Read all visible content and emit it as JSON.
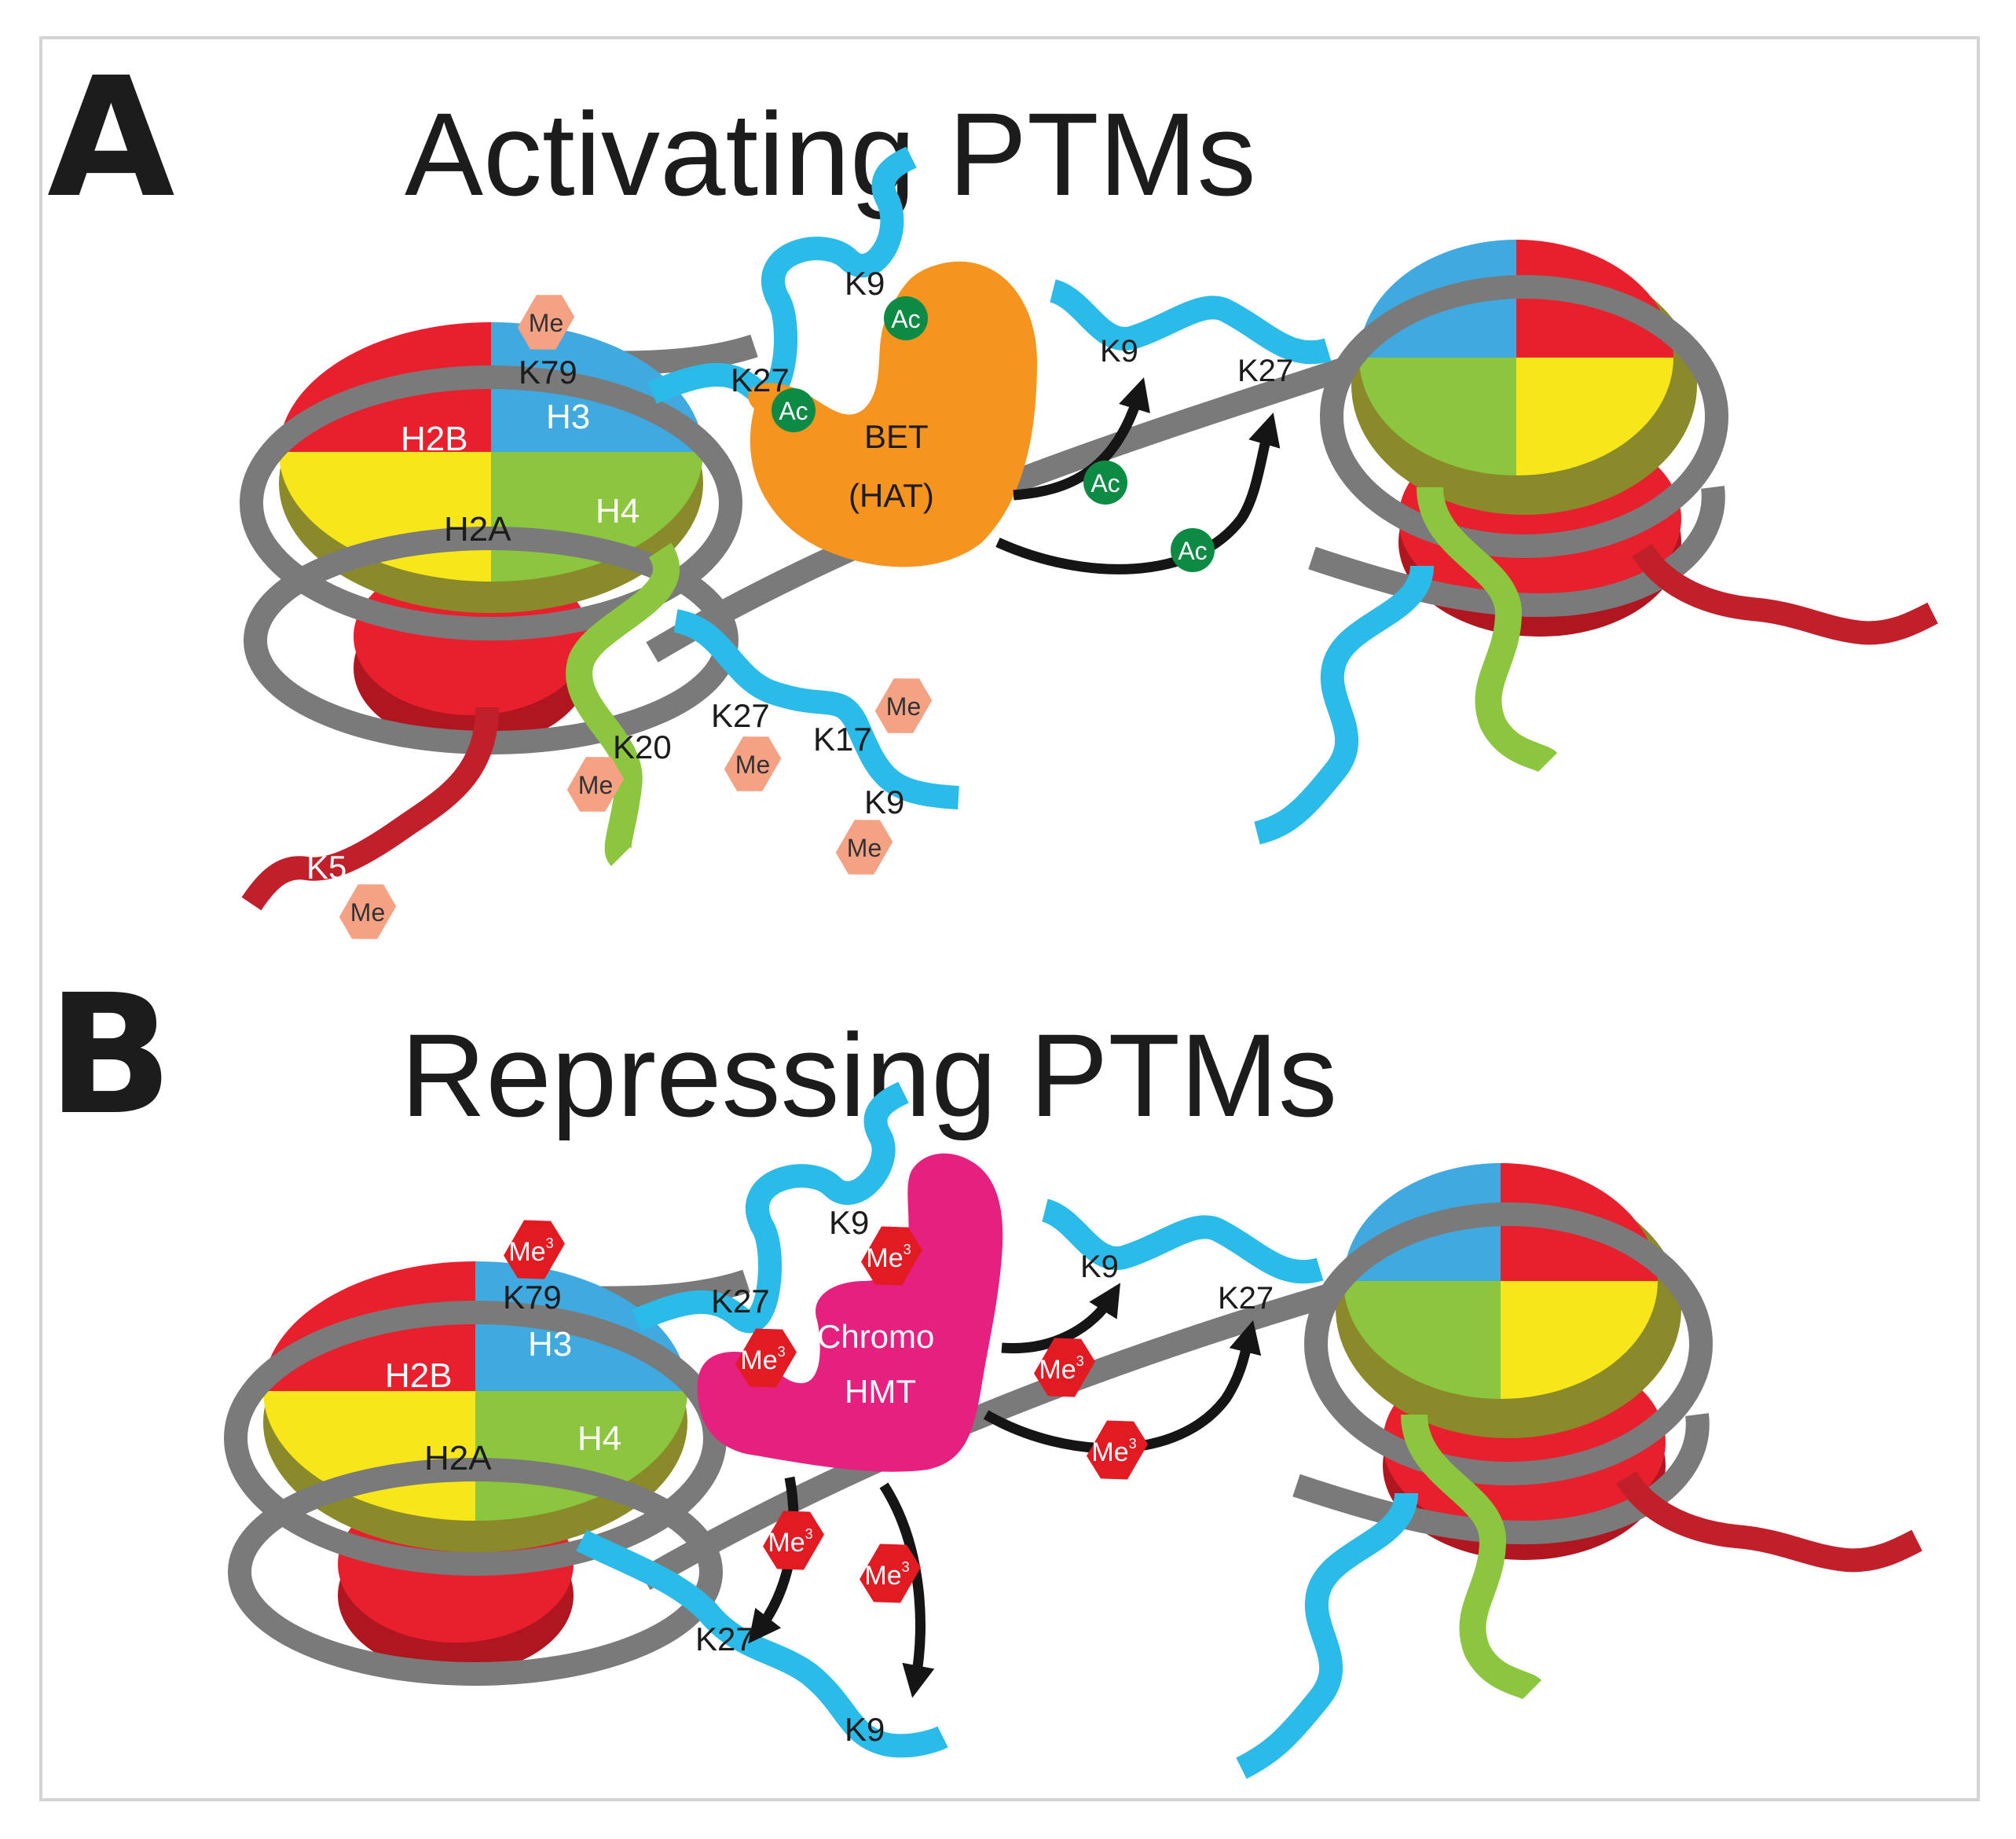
{
  "colors": {
    "h2b_red": "#e8202e",
    "h3_blue": "#3fa9e0",
    "h2a_yellow": "#f7e619",
    "h4_green": "#8cc63f",
    "dna_gray": "#7a7a7a",
    "tail_blue": "#2bbbe8",
    "tail_red": "#c1202b",
    "me_salmon": "#f4a184",
    "ac_green": "#0d8a43",
    "me3_red": "#e21b23",
    "bet_orange": "#f5941f",
    "chromo_magenta": "#e6207e"
  },
  "panel_a": {
    "letter": "A",
    "title": "Activating PTMs",
    "enzyme_label_1": "BET",
    "enzyme_label_2": "(HAT)",
    "histones": {
      "h2b": "H2B",
      "h3": "H3",
      "h2a": "H2A",
      "h4": "H4"
    },
    "sites": {
      "k9_top": "K9",
      "k27_top": "K27",
      "k79": "K79",
      "k9_right": "K9",
      "k27_right": "K27",
      "k27_low": "K27",
      "k17": "K17",
      "k9_low": "K9",
      "k20": "K20",
      "k5": "K5"
    },
    "me_label": "Me",
    "ac_label": "Ac"
  },
  "panel_b": {
    "letter": "B",
    "title": "Repressing PTMs",
    "enzyme_label_1": "Chromo",
    "enzyme_label_2": "HMT",
    "histones": {
      "h2b": "H2B",
      "h3": "H3",
      "h2a": "H2A",
      "h4": "H4"
    },
    "sites": {
      "k9_top": "K9",
      "k27_top": "K27",
      "k79": "K79",
      "k9_right": "K9",
      "k27_right": "K27",
      "k27_low": "K27",
      "k9_low": "K9"
    },
    "me3_label": "Me",
    "me3_sup": "3"
  }
}
